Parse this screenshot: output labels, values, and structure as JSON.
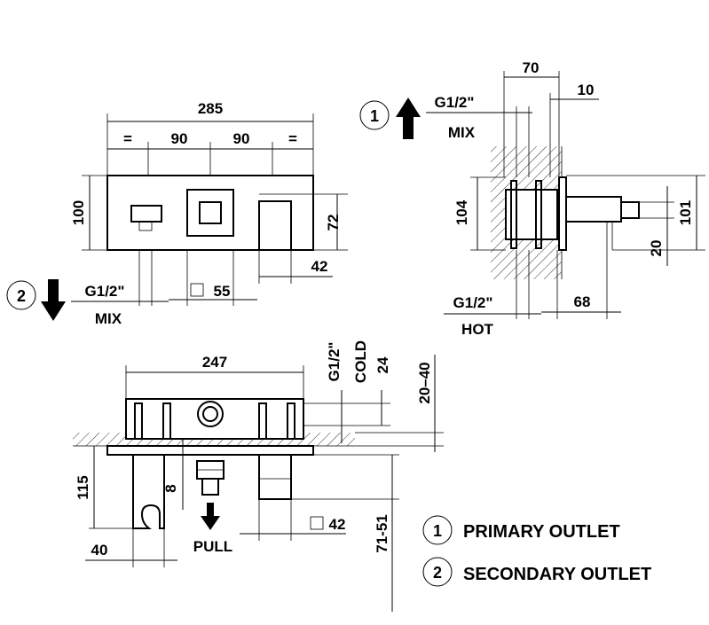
{
  "colors": {
    "line": "#000000",
    "background": "#ffffff"
  },
  "icons": {
    "arrow_up": "arrow-up-icon",
    "arrow_down": "arrow-down-icon"
  },
  "front_view": {
    "dim_total_width": "285",
    "dim_equal_left": "=",
    "dim_90_left": "90",
    "dim_90_right": "90",
    "dim_equal_right": "=",
    "dim_height": "100",
    "dim_72": "72",
    "dim_42": "42",
    "dim_square_55": "55",
    "outlet_2_thread": "G1/2\"",
    "outlet_2_label": "MIX"
  },
  "side_view": {
    "dim_70": "70",
    "dim_10": "10",
    "outlet_1_thread": "G1/2\"",
    "outlet_1_label": "MIX",
    "dim_104": "104",
    "dim_101": "101",
    "dim_20": "20",
    "dim_68": "68",
    "hot_thread": "G1/2\"",
    "hot_label": "HOT"
  },
  "top_view": {
    "dim_247": "247",
    "cold_thread": "G1/2\"",
    "cold_label": "COLD",
    "dim_24": "24",
    "dim_20_40": "20–40",
    "dim_115": "115",
    "dim_8": "8",
    "dim_40": "40",
    "dim_square_42": "42",
    "dim_71_51": "71-51",
    "pull_label": "PULL"
  },
  "legend": {
    "items": [
      {
        "number": "1",
        "label": "PRIMARY OUTLET"
      },
      {
        "number": "2",
        "label": "SECONDARY OUTLET"
      }
    ]
  },
  "markers": {
    "outlet_1": "1",
    "outlet_2": "2"
  }
}
